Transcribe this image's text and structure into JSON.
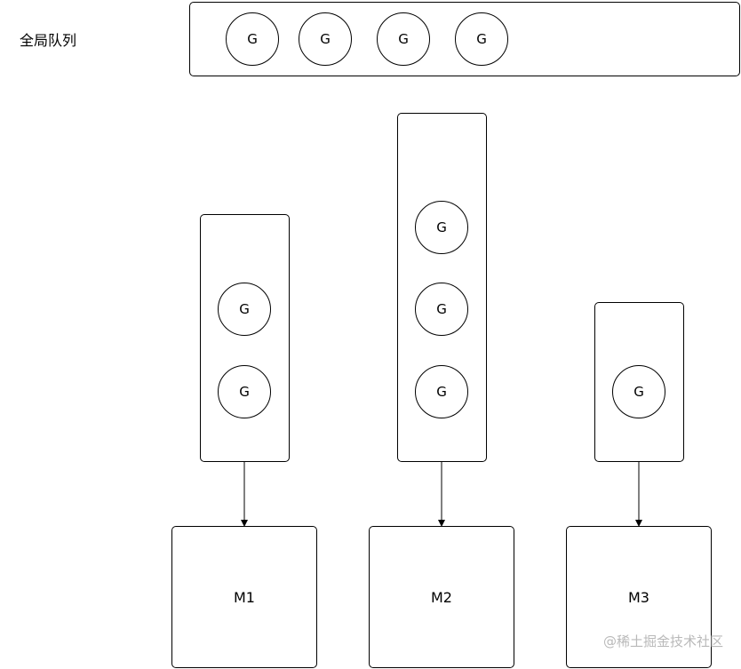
{
  "global_queue": {
    "label": "全局队列",
    "items": [
      "G",
      "G",
      "G",
      "G"
    ]
  },
  "local_queues": [
    {
      "items": [
        "G",
        "G"
      ]
    },
    {
      "items": [
        "G",
        "G",
        "G"
      ]
    },
    {
      "items": [
        "G"
      ]
    }
  ],
  "machines": [
    {
      "label": "M1"
    },
    {
      "label": "M2"
    },
    {
      "label": "M3"
    }
  ],
  "watermark": "@稀土掘金技术社区"
}
